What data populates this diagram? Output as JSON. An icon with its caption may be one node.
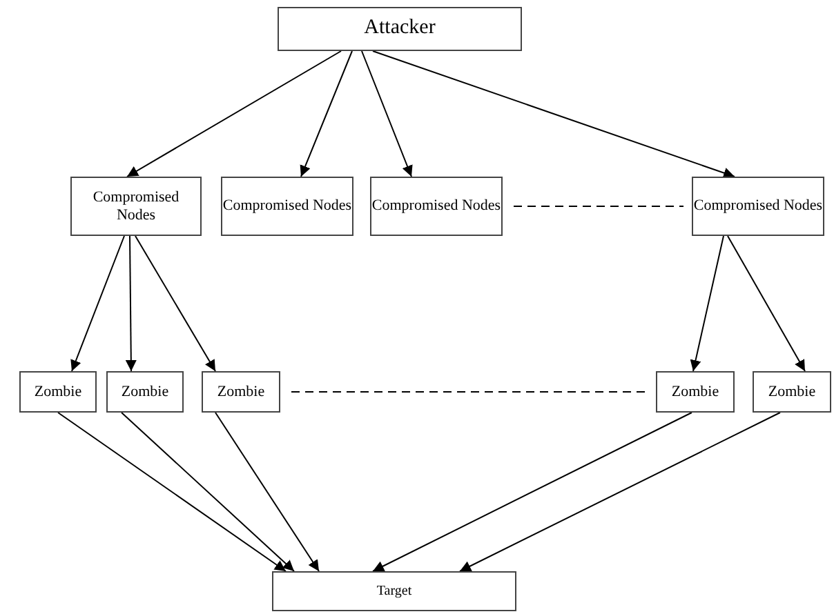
{
  "diagram": {
    "nodes": [
      {
        "text": [
          "Attacker"
        ]
      },
      {
        "text": [
          "Compromised Nodes"
        ]
      },
      {
        "text": [
          "Compromised Nodes"
        ]
      },
      {
        "text": [
          "Compromised Nodes"
        ]
      },
      {
        "text": [
          "Compromised Nodes"
        ]
      },
      {
        "text": [
          "Zombie"
        ]
      },
      {
        "text": [
          "Zombie"
        ]
      },
      {
        "text": [
          "Zombie"
        ]
      },
      {
        "text": [
          "Zombie"
        ]
      },
      {
        "text": [
          "Zombie"
        ]
      },
      {
        "text": [
          "Target"
        ]
      }
    ],
    "edges": [
      {
        "from": 0,
        "to": 1,
        "arrow": "to"
      },
      {
        "from": 0,
        "to": 2,
        "arrow": "to"
      },
      {
        "from": 0,
        "to": 3,
        "arrow": "to"
      },
      {
        "from": 0,
        "to": 4,
        "arrow": "to"
      },
      {
        "from": 3,
        "to": 4,
        "arrow": "none",
        "style": "dashed"
      },
      {
        "from": 1,
        "to": 5,
        "arrow": "to"
      },
      {
        "from": 1,
        "to": 6,
        "arrow": "to"
      },
      {
        "from": 1,
        "to": 7,
        "arrow": "to"
      },
      {
        "from": 4,
        "to": 8,
        "arrow": "to"
      },
      {
        "from": 4,
        "to": 9,
        "arrow": "to"
      },
      {
        "from": 7,
        "to": 8,
        "arrow": "none",
        "style": "dashed"
      },
      {
        "from": 5,
        "to": 10,
        "arrow": "to"
      },
      {
        "from": 6,
        "to": 10,
        "arrow": "to"
      },
      {
        "from": 7,
        "to": 10,
        "arrow": "to"
      },
      {
        "from": 8,
        "to": 10,
        "arrow": "to"
      },
      {
        "from": 9,
        "to": 10,
        "arrow": "to"
      }
    ]
  }
}
